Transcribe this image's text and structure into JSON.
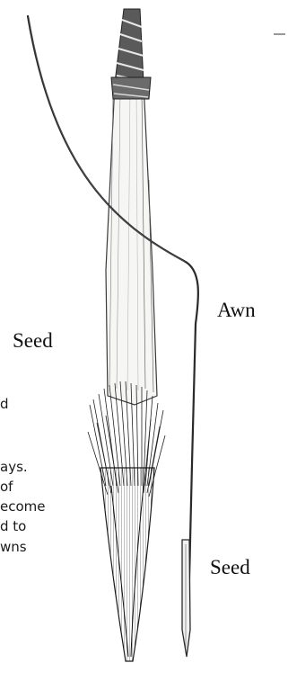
{
  "labels": {
    "awn": "Awn",
    "seed_left": "Seed",
    "seed_right": "Seed"
  },
  "background_text": {
    "fragments": [
      "d",
      "ays.",
      "of",
      "ecome",
      "d to",
      "wns"
    ]
  },
  "colors": {
    "ink": "#111111",
    "background": "#ffffff"
  }
}
